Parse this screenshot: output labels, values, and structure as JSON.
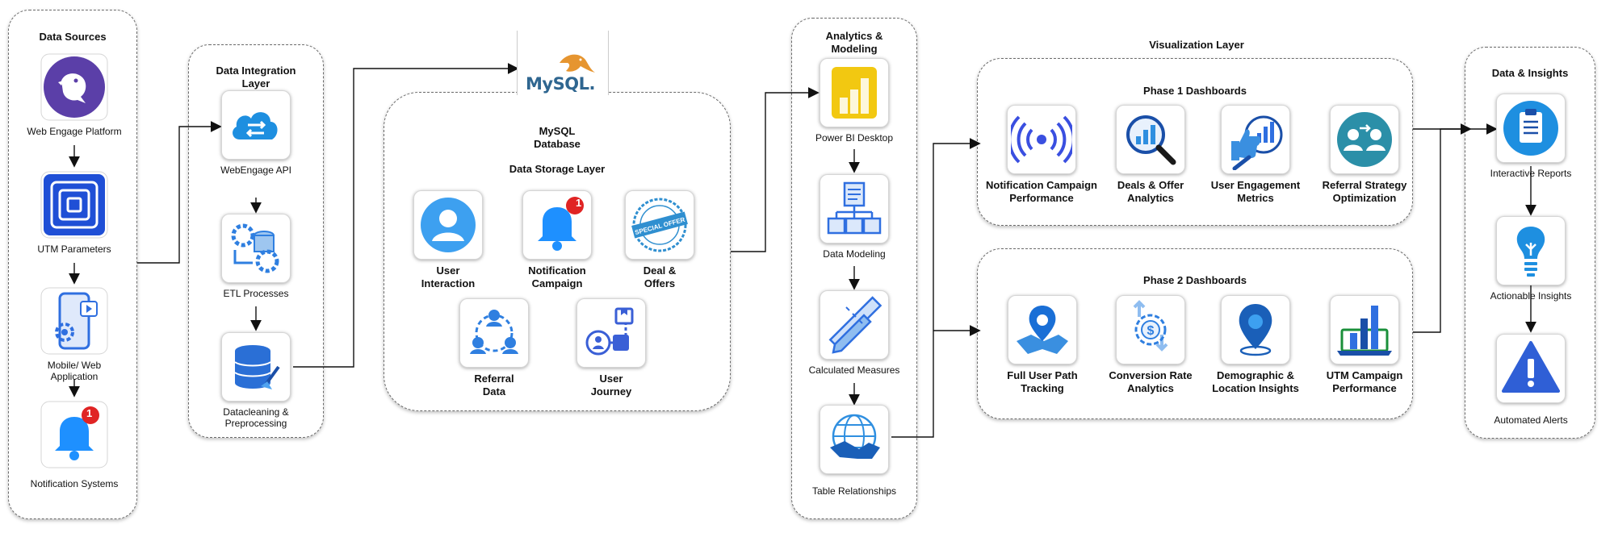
{
  "panels": {
    "sources": {
      "title": "Data Sources"
    },
    "integration": {
      "title": "Data Integration Layer"
    },
    "mysql": {
      "title": "MySQL Database",
      "subtitle": "Data Storage Layer",
      "logo": "MySQL."
    },
    "analytics": {
      "title": "Analytics & Modeling"
    },
    "visualization": {
      "title": "Visualization Layer"
    },
    "phase1": {
      "title": "Phase 1 Dashboards"
    },
    "phase2": {
      "title": "Phase 2 Dashboards"
    },
    "insights": {
      "title": "Data & Insights"
    }
  },
  "sources": [
    {
      "label": "Web Engage Platform",
      "icon": "webengage-bird-icon"
    },
    {
      "label": "UTM Parameters",
      "icon": "utm-target-icon"
    },
    {
      "label": "Mobile/ Web Application",
      "icon": "mobile-app-icon"
    },
    {
      "label": "Notification Systems",
      "icon": "notification-bell-icon",
      "badge": "1"
    }
  ],
  "integration": [
    {
      "label": "WebEngage API",
      "icon": "cloud-api-icon"
    },
    {
      "label": "ETL Processes",
      "icon": "etl-gears-icon"
    },
    {
      "label": "Datacleaning & Preprocessing",
      "icon": "database-clean-icon"
    }
  ],
  "mysql": [
    {
      "label": "User Interaction",
      "icon": "user-icon"
    },
    {
      "label": "Notification Campaign",
      "icon": "notification-bell-icon",
      "badge": "1"
    },
    {
      "label": "Deal & Offers",
      "icon": "special-offer-stamp-icon",
      "stamp": "SPECIAL OFFER"
    },
    {
      "label": "Referral Data",
      "icon": "referral-network-icon"
    },
    {
      "label": "User Journey",
      "icon": "user-journey-icon"
    }
  ],
  "analytics": [
    {
      "label": "Power BI Desktop",
      "icon": "power-bi-icon"
    },
    {
      "label": "Data Modeling",
      "icon": "data-model-icon"
    },
    {
      "label": "Calculated Measures",
      "icon": "ruler-pencil-icon"
    },
    {
      "label": "Table Relationships",
      "icon": "handshake-globe-icon"
    }
  ],
  "phase1": [
    {
      "label": "Notification Campaign Performance",
      "icon": "broadcast-icon"
    },
    {
      "label": "Deals & Offer Analytics",
      "icon": "magnifier-chart-icon"
    },
    {
      "label": "User Engagement Metrics",
      "icon": "thumbs-up-chart-icon"
    },
    {
      "label": "Referral Strategy Optimization",
      "icon": "referral-users-icon"
    }
  ],
  "phase2": [
    {
      "label": "Full User Path Tracking",
      "icon": "map-pin-icon"
    },
    {
      "label": "Conversion Rate Analytics",
      "icon": "conversion-dollar-icon"
    },
    {
      "label": "Demographic & Location Insights",
      "icon": "location-pin-icon"
    },
    {
      "label": "UTM Campaign Performance",
      "icon": "laptop-bar-chart-icon"
    }
  ],
  "insights": [
    {
      "label": "Interactive Reports",
      "icon": "clipboard-icon"
    },
    {
      "label": "Actionable Insights",
      "icon": "lightbulb-icon"
    },
    {
      "label": "Automated Alerts",
      "icon": "warning-triangle-icon"
    }
  ],
  "colors": {
    "accent_blue": "#1f6fd6",
    "purple": "#5b3fa8",
    "powerbi_yellow": "#f2c811",
    "teal": "#2b8fa8",
    "border": "#6b6b6b"
  }
}
